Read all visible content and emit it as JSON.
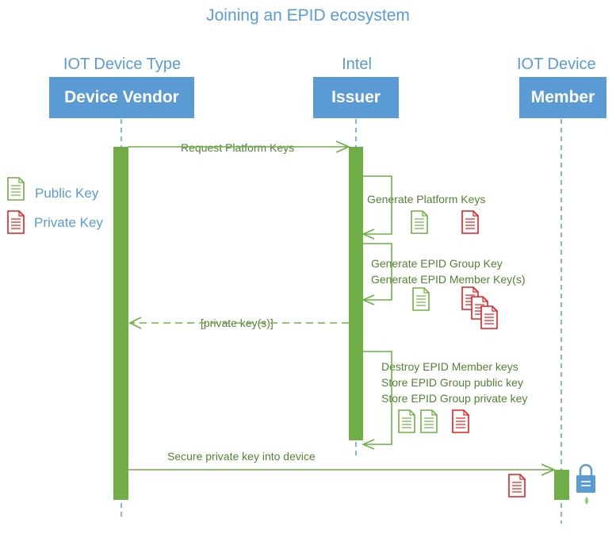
{
  "title": "Joining an EPID ecosystem",
  "colors": {
    "accent": "#5B9BD5",
    "flow": "#70AD47",
    "note_text": "#548235",
    "public_key": "#70AD47",
    "private_key": "#E02020"
  },
  "participants": [
    {
      "role": "IOT Device Type",
      "name": "Device Vendor"
    },
    {
      "role": "Intel",
      "name": "Issuer"
    },
    {
      "role": "IOT Device",
      "name": "Member"
    }
  ],
  "legend": {
    "public_key": "Public Key",
    "private_key": "Private Key"
  },
  "messages": {
    "request": "Request Platform Keys",
    "generate_platform": "Generate Platform Keys",
    "generate_epid": [
      "Generate EPID Group Key",
      "Generate EPID Member Key(s)"
    ],
    "private_keys_return": "[private key(s)]",
    "destroy_store": [
      "Destroy EPID Member keys",
      "Store EPID Group public key",
      "Store EPID Group private key"
    ],
    "secure": "Secure private key into device"
  },
  "icons": [
    "public-key-document-icon",
    "private-key-document-icon",
    "lock-icon",
    "flame-icon"
  ]
}
